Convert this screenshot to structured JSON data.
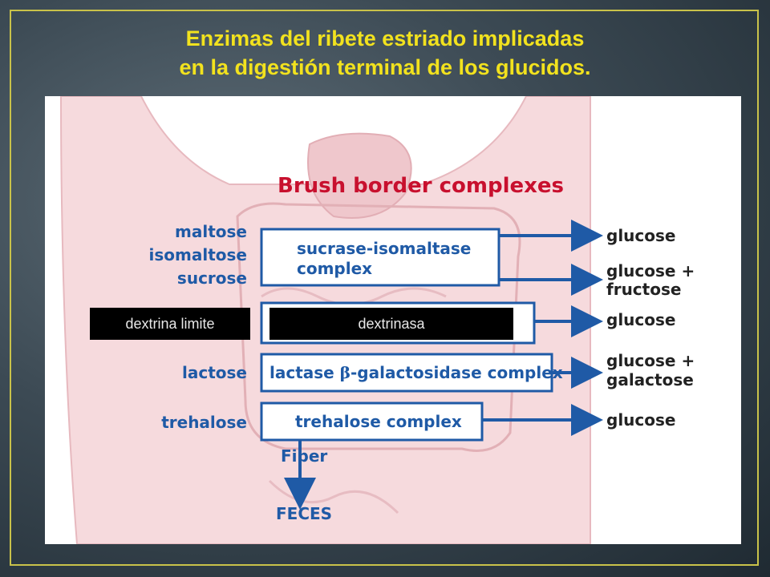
{
  "slide": {
    "title_line1": "Enzimas del ribete estriado implicadas",
    "title_line2": "en la digestión terminal de los glucidos."
  },
  "diagram": {
    "heading": "Brush border complexes",
    "substrates": {
      "maltose": "maltose",
      "isomaltose": "isomaltose",
      "sucrose": "sucrose",
      "lactose": "lactose",
      "trehalose": "trehalose"
    },
    "enzymes": {
      "sucrase_line1": "sucrase-isomaltase",
      "sucrase_line2": "complex",
      "lactase_prefix": "lactase ",
      "lactase_beta": "β",
      "lactase_suffix": "-galactosidase complex",
      "trehalase": "trehalose complex"
    },
    "products": {
      "p1": "glucose",
      "p2_line1": "glucose +",
      "p2_line2": "fructose",
      "p3": "glucose",
      "p4_line1": "glucose +",
      "p4_line2": "galactose",
      "p5": "glucose"
    },
    "fiber": "Fiber",
    "feces": "FECES"
  },
  "overlays": {
    "limit_dextrin": "dextrina limite",
    "dextrinase": "dextrinasa"
  },
  "colors": {
    "accent_yellow": "#f2e21e",
    "diagram_red": "#c8102e",
    "diagram_blue": "#1f5aa6",
    "body_pink": "#f6dadd"
  }
}
